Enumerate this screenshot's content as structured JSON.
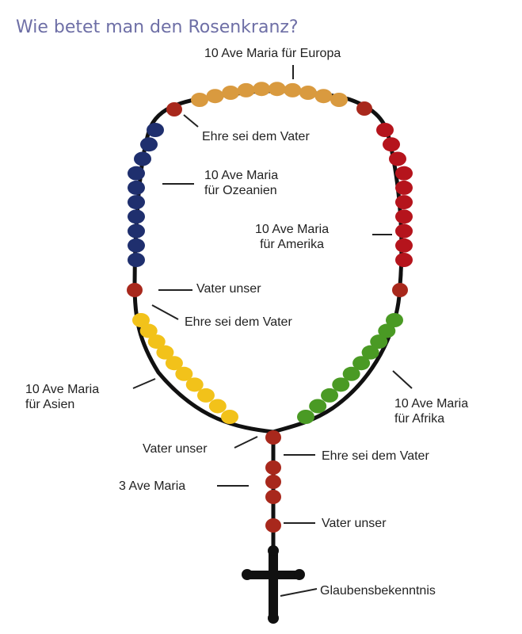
{
  "title": "Wie betet man den Rosenkranz?",
  "labels": {
    "europa": "10 Ave Maria für Europa",
    "ehre_top": "Ehre sei dem Vater",
    "ozeanien_1": "10 Ave Maria",
    "ozeanien_2": "für Ozeanien",
    "amerika_1": "10 Ave Maria",
    "amerika_2": "für Amerika",
    "vater_left": "Vater unser",
    "ehre_left": "Ehre sei dem Vater",
    "asien_1": "10 Ave Maria",
    "asien_2": "für Asien",
    "afrika_1": "10 Ave Maria",
    "afrika_2": "für Afrika",
    "vater_center": "Vater unser",
    "ehre_pendant": "Ehre sei dem Vater",
    "three_ave": "3 Ave Maria",
    "vater_pendant": "Vater unser",
    "glaubens": "Glaubensbekenntnis"
  },
  "colors": {
    "title": "#6e6fa6",
    "europa": "#d99a3f",
    "ozeanien": "#1f2f6e",
    "amerika": "#b5141c",
    "asien": "#f2c21a",
    "afrika": "#4a9a24",
    "vater_unser": "#a8281c",
    "chain": "#111111"
  }
}
